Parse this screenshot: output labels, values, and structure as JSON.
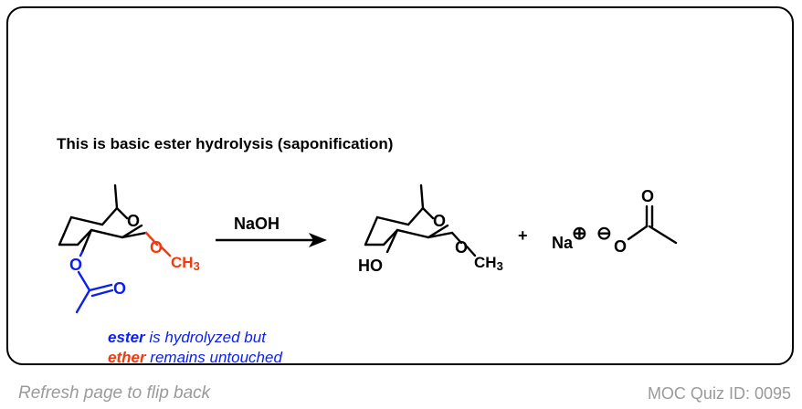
{
  "headline": "This is basic ester hydrolysis (saponification)",
  "reagent": "NaOH",
  "plus": "+",
  "reactant": {
    "ring_o": "O",
    "ester_o": "O",
    "carbonyl_o": "O",
    "ether_o": "O",
    "ch3": "CH3",
    "ch3_main": "CH",
    "ch3_sub": "3"
  },
  "product": {
    "ring_o": "O",
    "ho": "HO",
    "ether_o": "O",
    "ch3_main": "CH",
    "ch3_sub": "3"
  },
  "acetate": {
    "na": "Na",
    "cation_charge": "⊕",
    "anion_charge": "⊖",
    "o_minus": "O",
    "carbonyl_o": "O"
  },
  "note": {
    "line1_emph": "ester",
    "line1_rest": " is hydrolyzed but",
    "line2_emph": "ether",
    "line2_rest": " remains untouched"
  },
  "footer": {
    "left": "Refresh page to flip back",
    "right": "MOC Quiz ID: 0095"
  },
  "colors": {
    "ester": "#0a1ff0",
    "ether": "#f03a10",
    "footer": "#9a9a9a"
  }
}
